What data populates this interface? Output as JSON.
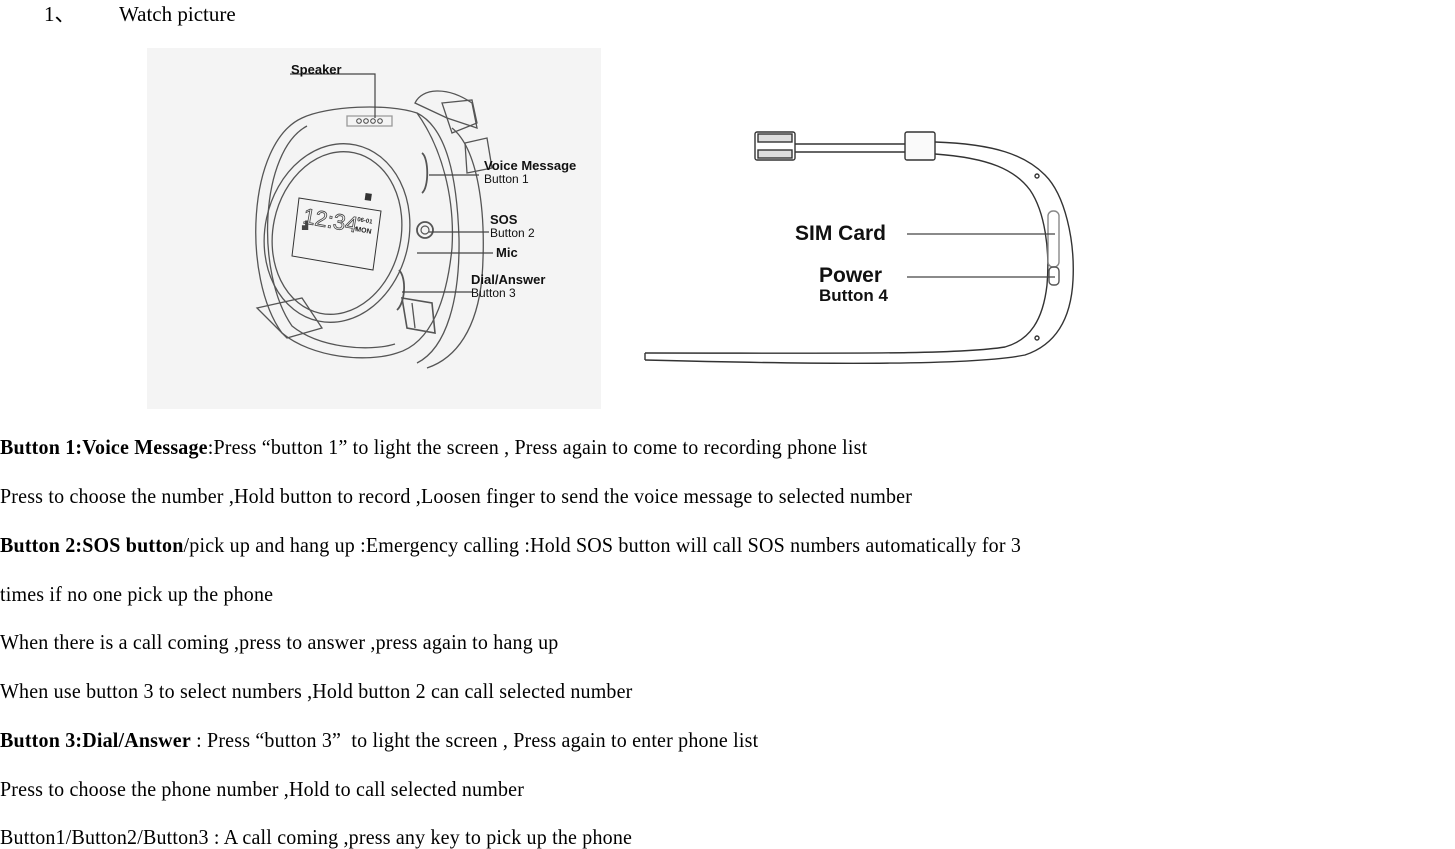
{
  "heading": {
    "number": "1、",
    "title": "Watch picture"
  },
  "figure_watch": {
    "screen": {
      "time": "12:34",
      "date": "06-01",
      "day": "MON"
    },
    "callouts": {
      "speaker": "Speaker",
      "voice_message": "Voice Message",
      "button1": "Button 1",
      "sos": "SOS",
      "button2": "Button 2",
      "mic": "Mic",
      "dial_answer": "Dial/Answer",
      "button3": "Button 3"
    }
  },
  "figure_strap": {
    "callouts": {
      "sim_card": "SIM Card",
      "power": "Power",
      "button4": "Button 4"
    }
  },
  "lines": [
    {
      "bold": "Button 1:Voice Message",
      "text": ":Press “button 1” to light the screen , Press again to come to recording phone list"
    },
    {
      "bold": "",
      "text": "Press to choose the number ,Hold button to record ,Loosen finger to send the voice message to selected number"
    },
    {
      "bold": "Button 2:SOS button",
      "text": "/pick up and hang up :Emergency calling :Hold SOS button will call SOS numbers automatically for 3"
    },
    {
      "bold": "",
      "text": "times if no one pick up the phone"
    },
    {
      "bold": "",
      "text": "When there is a call coming ,press to answer ,press again to hang up"
    },
    {
      "bold": "",
      "text": "When use button 3 to select numbers ,Hold button 2 can call selected number"
    },
    {
      "bold": "Button 3:Dial/Answer",
      "text": " : Press “button 3”  to light the screen , Press again to enter phone list"
    },
    {
      "bold": "",
      "text": "Press to choose the phone number ,Hold to call selected number"
    },
    {
      "bold": "",
      "text": "Button1/Button2/Button3 : A call coming ,press any key to pick up the phone"
    }
  ]
}
